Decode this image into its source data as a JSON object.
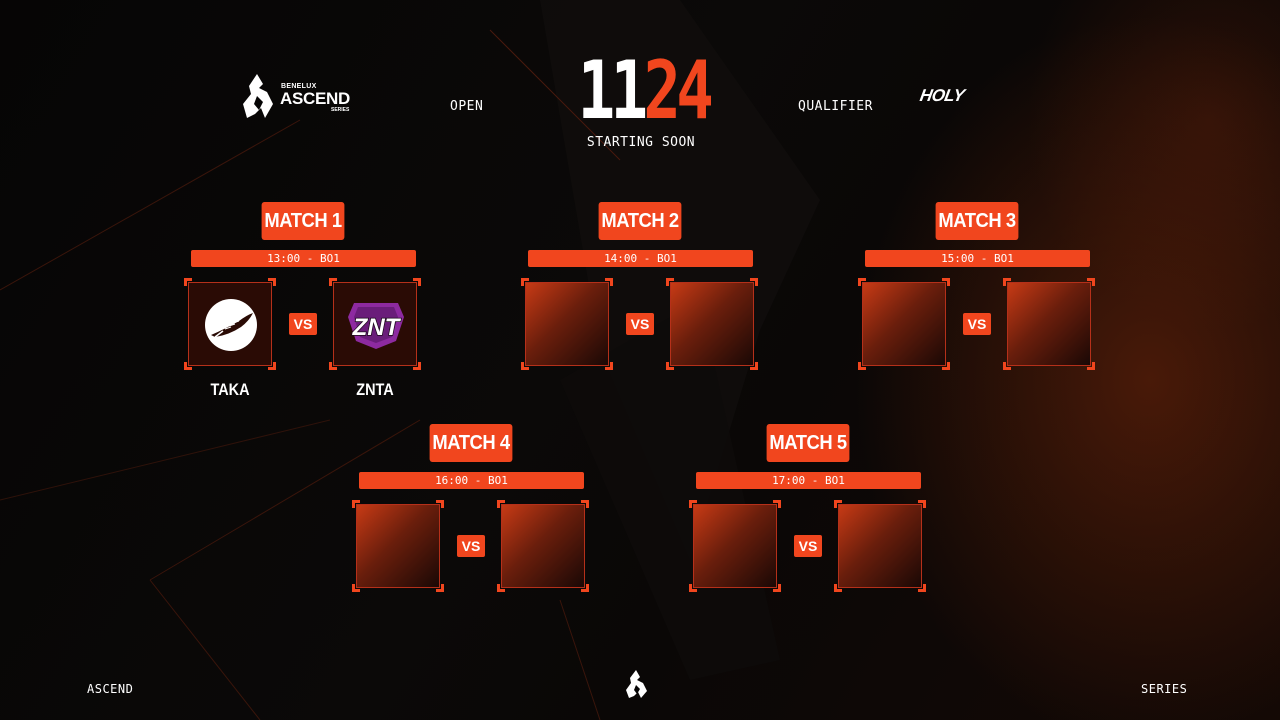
{
  "header": {
    "brand_small": "BENELUX",
    "brand_main": "ASCEND",
    "brand_sub": "SERIES",
    "label_left": "OPEN",
    "label_right": "QUALIFIER",
    "countdown_minutes": "11",
    "countdown_seconds": "24",
    "status": "STARTING SOON",
    "sponsor": "HOLY"
  },
  "matches": [
    {
      "title": "MATCH 1",
      "time": "13:00 - BO1",
      "vs": "VS",
      "team_a": "TAKA",
      "team_b": "ZNTA"
    },
    {
      "title": "MATCH 2",
      "time": "14:00 - BO1",
      "vs": "VS",
      "team_a": "",
      "team_b": ""
    },
    {
      "title": "MATCH 3",
      "time": "15:00 - BO1",
      "vs": "VS",
      "team_a": "",
      "team_b": ""
    },
    {
      "title": "MATCH 4",
      "time": "16:00 - BO1",
      "vs": "VS",
      "team_a": "",
      "team_b": ""
    },
    {
      "title": "MATCH 5",
      "time": "17:00 - BO1",
      "vs": "VS",
      "team_a": "",
      "team_b": ""
    }
  ],
  "team_logos": {
    "taka": "feather-logo",
    "znta": "ZNT"
  },
  "footer": {
    "left": "ASCEND",
    "right": "SERIES"
  },
  "colors": {
    "accent": "#f1461e",
    "background": "#050404",
    "box_dark": "#1a0805"
  }
}
